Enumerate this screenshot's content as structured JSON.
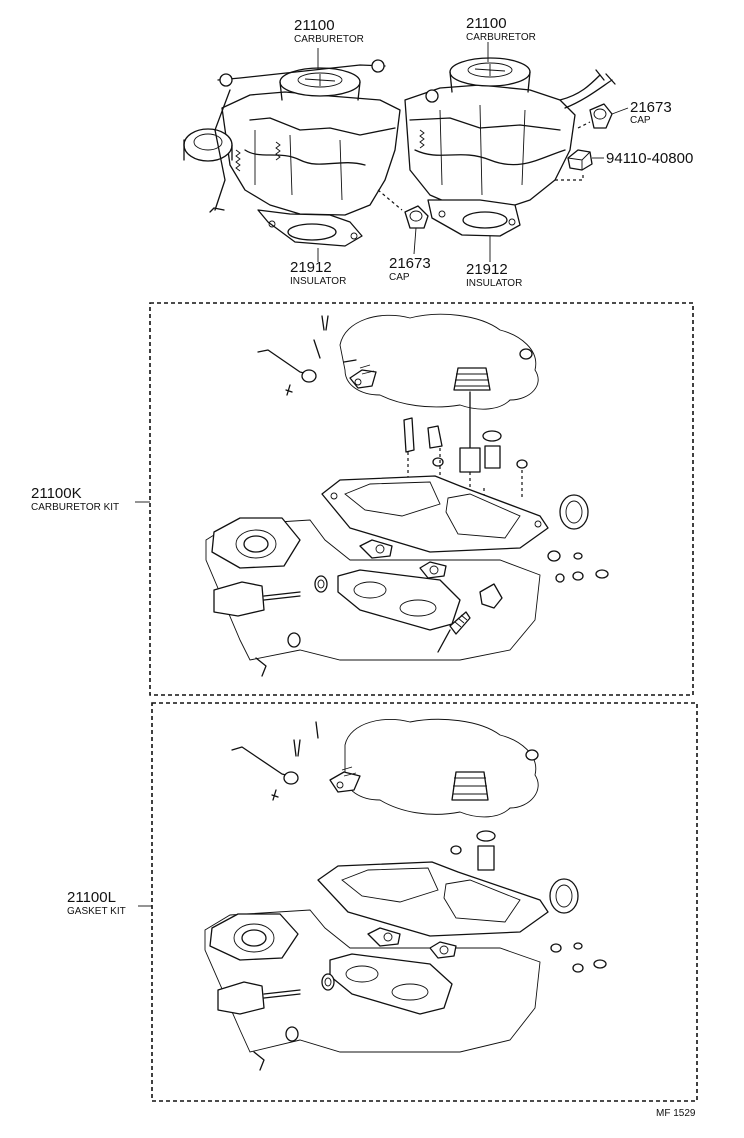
{
  "callouts": {
    "carb_left": {
      "number": "21100",
      "name": "CARBURETOR"
    },
    "carb_right": {
      "number": "21100",
      "name": "CARBURETOR"
    },
    "cap_right": {
      "number": "21673",
      "name": "CAP"
    },
    "nut": {
      "number": "94110-40800"
    },
    "insulator_left": {
      "number": "21912",
      "name": "INSULATOR"
    },
    "cap_center": {
      "number": "21673",
      "name": "CAP"
    },
    "insulator_right": {
      "number": "21912",
      "name": "INSULATOR"
    }
  },
  "kits": {
    "carburetor_kit": {
      "number": "21100K",
      "name": "CARBURETOR KIT"
    },
    "gasket_kit": {
      "number": "21100L",
      "name": "GASKET KIT"
    }
  },
  "footer": {
    "code": "MF 1529"
  }
}
